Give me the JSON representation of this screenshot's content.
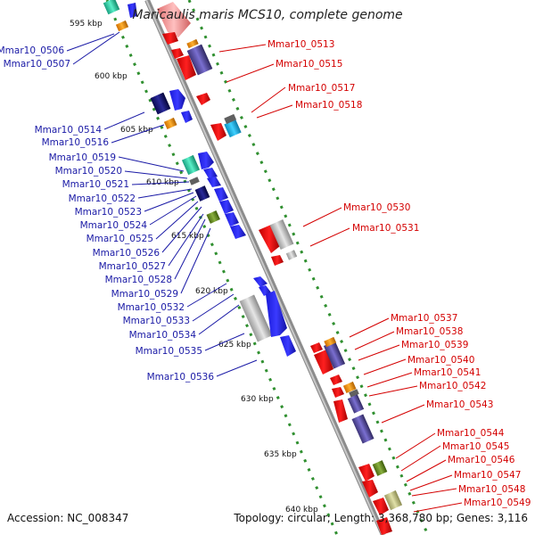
{
  "title": "Maricaulis maris MCS10, complete genome",
  "footer": {
    "accession": "Accession: NC_008347",
    "info": "Topology: circular; Length: 3,368,780 bp; Genes: 3,116"
  },
  "scale_labels": [
    "595 kbp",
    "600 kbp",
    "605 kbp",
    "610 kbp",
    "615 kbp",
    "620 kbp",
    "625 kbp",
    "630 kbp",
    "635 kbp",
    "640 kbp"
  ],
  "left_labels": [
    "Mmar10_0506",
    "Mmar10_0507",
    "Mmar10_0514",
    "Mmar10_0516",
    "Mmar10_0519",
    "Mmar10_0520",
    "Mmar10_0521",
    "Mmar10_0522",
    "Mmar10_0523",
    "Mmar10_0524",
    "Mmar10_0525",
    "Mmar10_0526",
    "Mmar10_0527",
    "Mmar10_0528",
    "Mmar10_0529",
    "Mmar10_0532",
    "Mmar10_0533",
    "Mmar10_0534",
    "Mmar10_0535",
    "Mmar10_0536"
  ],
  "right_labels": [
    "Mmar10_0513",
    "Mmar10_0515",
    "Mmar10_0517",
    "Mmar10_0518",
    "Mmar10_0530",
    "Mmar10_0531",
    "Mmar10_0537",
    "Mmar10_0538",
    "Mmar10_0539",
    "Mmar10_0540",
    "Mmar10_0541",
    "Mmar10_0542",
    "Mmar10_0543",
    "Mmar10_0544",
    "Mmar10_0545",
    "Mmar10_0546",
    "Mmar10_0547",
    "Mmar10_0548",
    "Mmar10_0549"
  ],
  "colors": {
    "left_label": "#1a1aa6",
    "right_label": "#d40000",
    "backbone": "#909090",
    "ticks": "#2f8f2f"
  }
}
